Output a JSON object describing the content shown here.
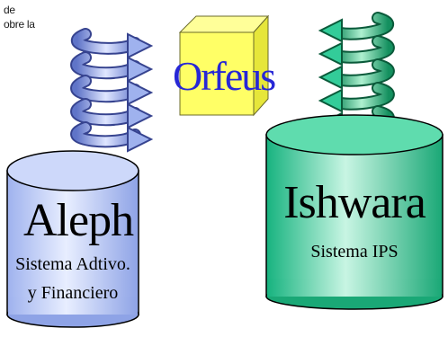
{
  "corner_text": {
    "line1": "de",
    "line2": "obre la"
  },
  "center": {
    "label": "Orfeus",
    "label_color": "#2727d6",
    "box_color": "#ffff66"
  },
  "left_db": {
    "title": "Aleph",
    "subtitle_line1": "Sistema Adtivo.",
    "subtitle_line2": "y Financiero",
    "color": "#b8c8f4",
    "arrow_color": "#7b8fd8"
  },
  "right_db": {
    "title": "Ishwara",
    "subtitle": "Sistema IPS",
    "color": "#33cc99",
    "arrow_color": "#1f9a6a"
  }
}
